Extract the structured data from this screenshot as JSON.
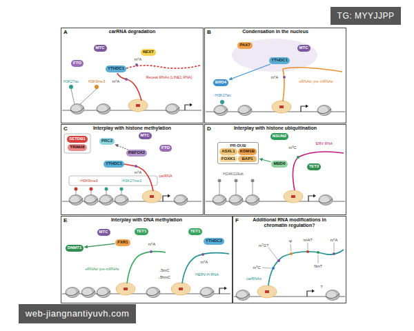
{
  "diagram": {
    "nodes": [
      {
        "text": [
          "A",
          "carRNA degradation"
        ]
      },
      {
        "text": [
          "MTC"
        ],
        "in": 0
      },
      {
        "text": [
          "FTO"
        ],
        "in": 0
      },
      {
        "text": [
          "YTHDC1"
        ],
        "in": 0
      },
      {
        "text": [
          "NEXT"
        ],
        "in": 0
      },
      {
        "text": [
          "B",
          "Condensation in the nucleus"
        ]
      },
      {
        "text": [
          "PAX7"
        ],
        "in": 5
      },
      {
        "text": [
          "YTHDC1"
        ],
        "in": 5
      },
      {
        "text": [
          "MTC"
        ],
        "in": 5
      },
      {
        "text": [
          "BRD4"
        ],
        "in": 5
      },
      {
        "text": [
          "C",
          "Interplay with histone methylation"
        ]
      },
      {
        "text": [
          "MTC"
        ],
        "in": 10
      },
      {
        "text": [
          "PRC2"
        ],
        "in": 10
      },
      {
        "text": [
          "SETDB1"
        ],
        "in": 10
      },
      {
        "text": [
          "TRIM28"
        ],
        "in": 10
      },
      {
        "text": [
          "RBFOX2"
        ],
        "in": 10
      },
      {
        "text": [
          "FTO"
        ],
        "in": 10
      },
      {
        "text": [
          "YTHDC1"
        ],
        "in": 10
      },
      {
        "text": [
          "D",
          "Interplay with histone ubiquitination"
        ]
      },
      {
        "text": [
          "NSUN2"
        ],
        "in": 18
      },
      {
        "text": [
          "PR-DUB"
        ],
        "in": 18
      },
      {
        "text": [
          "ASXL1"
        ],
        "in": 20
      },
      {
        "text": [
          "KDM1B"
        ],
        "in": 20
      },
      {
        "text": [
          "FOXK1"
        ],
        "in": 20
      },
      {
        "text": [
          "BAP1"
        ],
        "in": 20
      },
      {
        "text": [
          "MBD6"
        ],
        "in": 18
      },
      {
        "text": [
          "TET2"
        ],
        "in": 18
      },
      {
        "text": [
          "E",
          "Interplay with DNA methylation"
        ]
      },
      {
        "text": [
          "MTC"
        ],
        "in": 27
      },
      {
        "text": [
          "DNMT1"
        ],
        "in": 27
      },
      {
        "text": [
          "TET1"
        ],
        "in": 27
      },
      {
        "text": [
          "FXR1"
        ],
        "in": 27
      },
      {
        "text": [
          "TET1"
        ],
        "in": 27
      },
      {
        "text": [
          "YTHDC2"
        ],
        "in": 27
      },
      {
        "text": [
          "F",
          "Additional RNA modifications in chromatin regulation?"
        ]
      }
    ],
    "edges": [
      {
        "from": 7,
        "to": 9,
        "arrow": "to"
      },
      {
        "from": 15,
        "to": 12,
        "arrow": "to"
      },
      {
        "from": 25,
        "to": 20,
        "arrow": "to"
      },
      {
        "from": 31,
        "to": 29,
        "arrow": "to"
      }
    ],
    "labels": [
      "m⁶A",
      "m⁶A",
      "H3K27ac",
      "H3K9me3",
      "Repeat RNAs (LINE1 RNA)",
      "m⁶A",
      "↑H3K27ac",
      "eRNAs/ pre-mRNAs",
      "m⁶A",
      "carRNA",
      "↑H3K9me3",
      "↑H3K27me3",
      "m⁵C",
      "ERV RNA",
      "H2AK119ub",
      "m⁶A",
      "eRNAs/ pre-mRNAs",
      "↓5mC",
      "↓5hmC",
      "m⁶A",
      "HERV-H RNA",
      "m⁵C",
      "m⁷G?",
      "Ψ",
      "m¹A?",
      "m⁶A",
      "Nm?",
      "carRNAs",
      "?",
      "TG: MYYJJPP",
      "web-jiangnantiyuvh.com"
    ]
  }
}
